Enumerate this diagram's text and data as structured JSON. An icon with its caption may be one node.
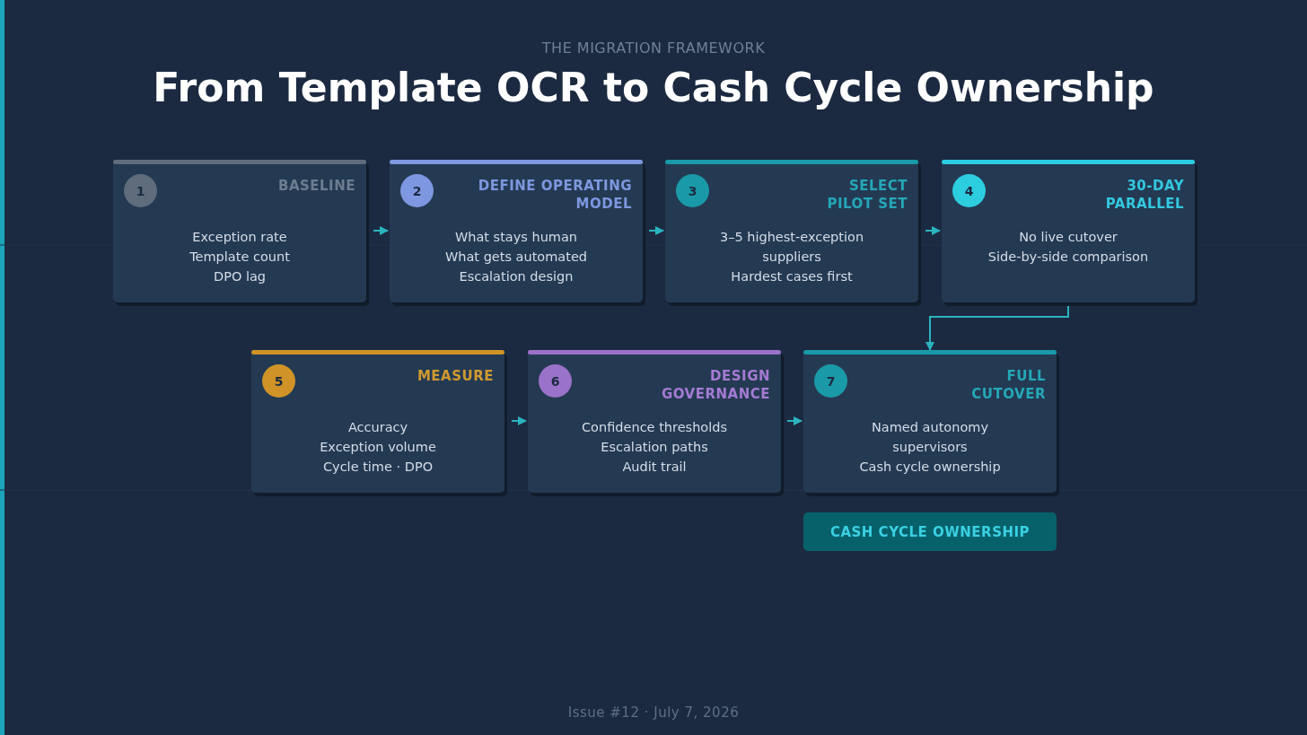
{
  "diagram": {
    "title": "From Template OCR to Cash Cycle Ownership",
    "nodes": [
      {
        "text": [
          "1",
          "BASELINE",
          "Exception rate",
          "Template count",
          "DPO lag"
        ]
      },
      {
        "text": [
          "2",
          "DEFINE OPERATING MODEL",
          "What stays human",
          "What gets automated",
          "Escalation design"
        ]
      },
      {
        "text": [
          "3",
          "SELECT PILOT SET",
          "3–5 highest-exception suppliers",
          "Hardest cases first"
        ]
      },
      {
        "text": [
          "4",
          "30-DAY PARALLEL",
          "No live cutover",
          "Side-by-side comparison"
        ]
      },
      {
        "text": [
          "5",
          "MEASURE",
          "Accuracy",
          "Exception volume",
          "Cycle time · DPO"
        ]
      },
      {
        "text": [
          "6",
          "DESIGN GOVERNANCE",
          "Confidence thresholds",
          "Escalation paths",
          "Audit trail"
        ]
      },
      {
        "text": [
          "7",
          "FULL CUTOVER",
          "Named autonomy supervisors",
          "Cash cycle ownership"
        ]
      },
      {
        "text": [
          "CASH CYCLE OWNERSHIP"
        ]
      }
    ],
    "edges": [
      {
        "from": 0,
        "to": 1,
        "arrow": "to"
      },
      {
        "from": 1,
        "to": 2,
        "arrow": "to"
      },
      {
        "from": 2,
        "to": 3,
        "arrow": "to"
      },
      {
        "from": 3,
        "to": 6,
        "arrow": "to"
      },
      {
        "from": 4,
        "to": 5,
        "arrow": "to"
      },
      {
        "from": 5,
        "to": 6,
        "arrow": "to"
      }
    ],
    "labels": [
      "THE MIGRATION FRAMEWORK",
      "Issue #12 · July 7, 2026"
    ]
  }
}
